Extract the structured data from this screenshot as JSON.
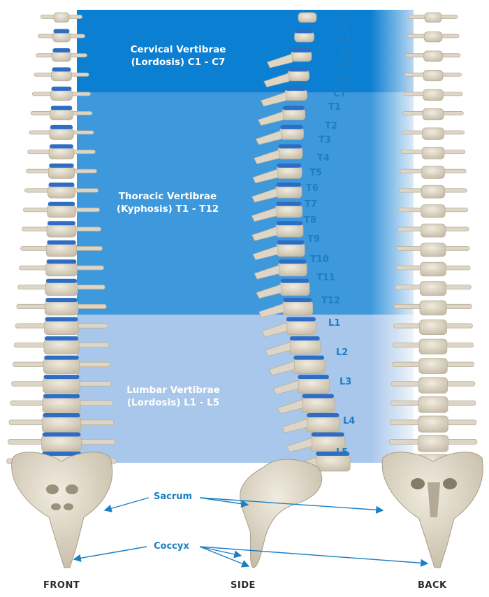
{
  "regions": [
    {
      "id": "cervical",
      "line1": "Cervical Vertibrae",
      "line2": "(Lordosis) C1 - C7",
      "color": "#0b7fd2"
    },
    {
      "id": "thoracic",
      "line1": "Thoracic Vertibrae",
      "line2": "(Kyphosis) T1 - T12",
      "color": "#3d98dc"
    },
    {
      "id": "lumbar",
      "line1": "Lumbar Vertibrae",
      "line2": "(Lordosis) L1 - L5",
      "color": "#a9c7ea"
    }
  ],
  "vertebra_labels": [
    "C1",
    "C2",
    "C3",
    "C4",
    "C5",
    "C6",
    "C7",
    "T1",
    "T2",
    "T3",
    "T4",
    "T5",
    "T6",
    "T7",
    "T8",
    "T9",
    "T10",
    "T11",
    "T12",
    "L1",
    "L2",
    "L3",
    "L4",
    "L5"
  ],
  "callouts": {
    "sacrum": "Sacrum",
    "coccyx": "Coccyx"
  },
  "views": {
    "front": "FRONT",
    "side": "SIDE",
    "back": "BACK"
  },
  "colors": {
    "bone": "#ddd6c6",
    "bone_shadow": "#b9b09c",
    "disc": "#2d6dc4",
    "label": "#1b7fc4",
    "arrow": "#1b7fc4"
  }
}
